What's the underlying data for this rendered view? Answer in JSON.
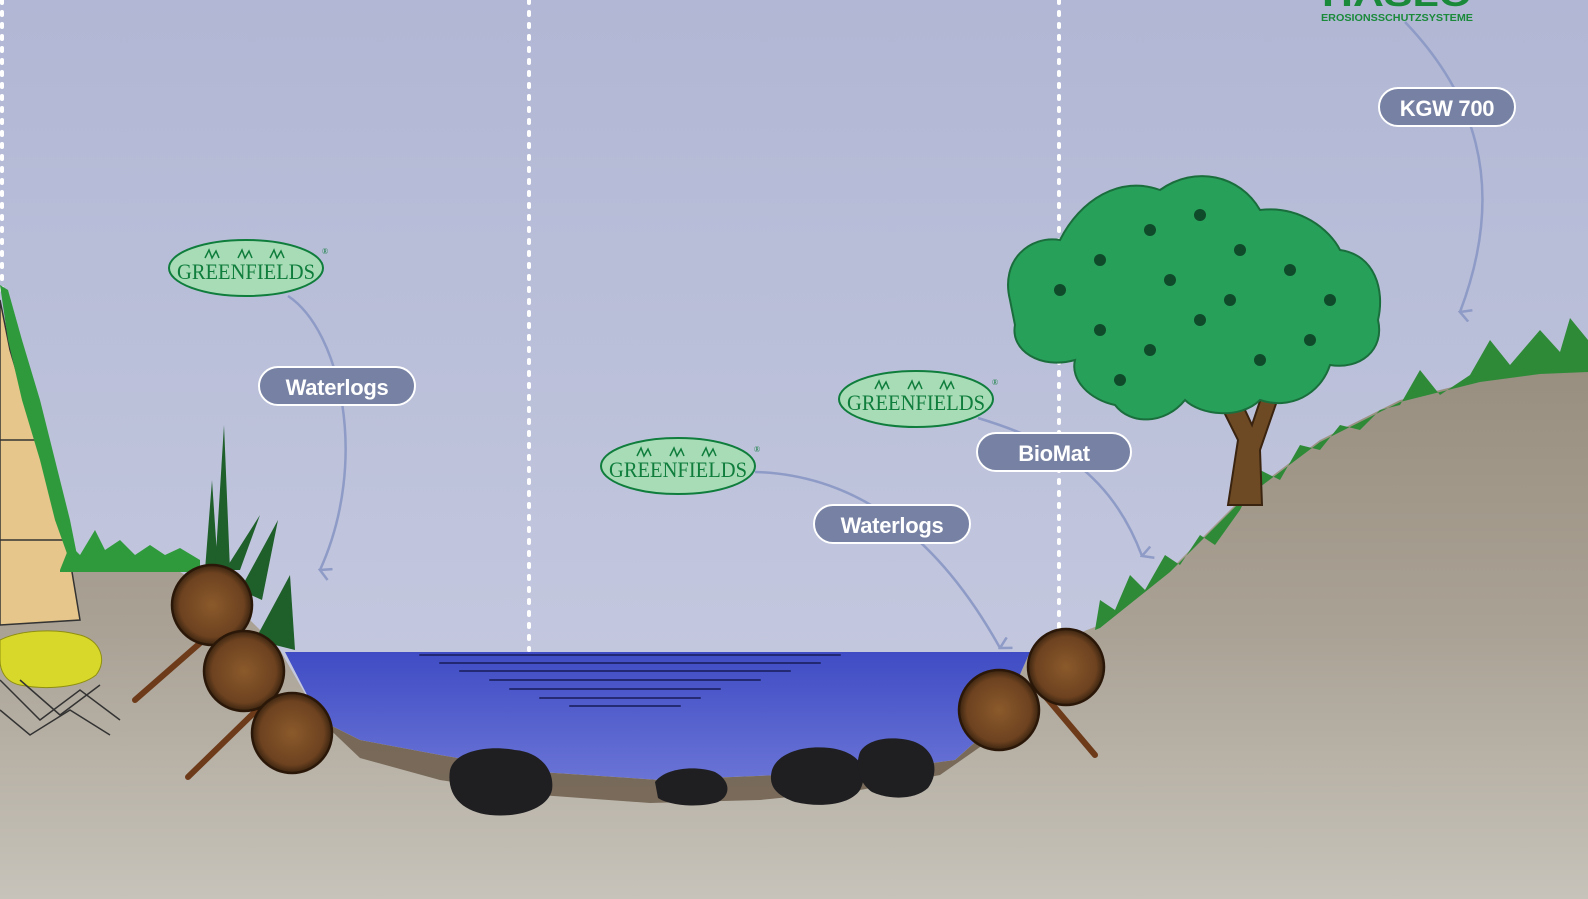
{
  "labels": {
    "waterlogs_left": "Waterlogs",
    "waterlogs_center": "Waterlogs",
    "biomat": "BioMat",
    "kgw": "KGW 700"
  },
  "logos": {
    "greenfields_1": "GREENFIELDS",
    "greenfields_2": "GREENFIELDS",
    "greenfields_3": "GREENFIELDS",
    "brand_word": "HASLO",
    "brand_tagline": "EROSIONSSCHUTZSYSTEME",
    "registered": "®"
  },
  "colors": {
    "sky_top": "#b1b7d4",
    "sky_bottom": "#c9cce1",
    "water": "#4b57c9",
    "ground": "#a79e90",
    "foliage": "#27a05a",
    "label_fill": "#7681a3",
    "logo_green": "#0f7d3c",
    "logo_fill": "#a8dcb6"
  }
}
